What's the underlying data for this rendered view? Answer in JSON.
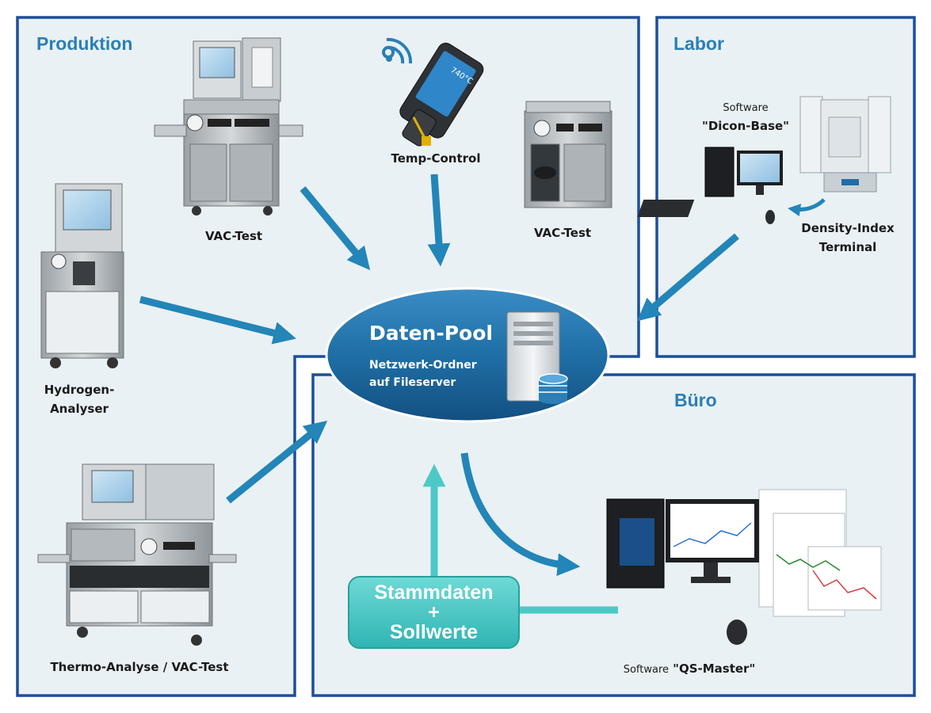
{
  "sections": {
    "produktion": "Produktion",
    "labor": "Labor",
    "buero": "Büro"
  },
  "devices": {
    "vac_test_1": "VAC-Test",
    "temp_control": "Temp-Control",
    "vac_test_2": "VAC-Test",
    "hydrogen_line1": "Hydrogen-",
    "hydrogen_line2": "Analyser",
    "thermo": "Thermo-Analyse / VAC-Test",
    "density_line1": "Density-Index",
    "density_line2": "Terminal",
    "temp_display": "740°C"
  },
  "software": {
    "dicon_prefix": "Software",
    "dicon_name": "\"Dicon-Base\"",
    "qs_prefix": "Software",
    "qs_name": "\"QS-Master\""
  },
  "pool": {
    "title": "Daten-Pool",
    "sub1": "Netzwerk-Ordner",
    "sub2": "auf Fileserver"
  },
  "stammdaten": {
    "line1": "Stammdaten",
    "line2": "+",
    "line3": "Sollwerte"
  },
  "colors": {
    "frame": "#1c4f9c",
    "panel": "#e9f1f4",
    "accent": "#2b7fb5",
    "pool": "#1f6fa6",
    "arrow": "#2385b8",
    "teal": "#3cc4c4"
  }
}
